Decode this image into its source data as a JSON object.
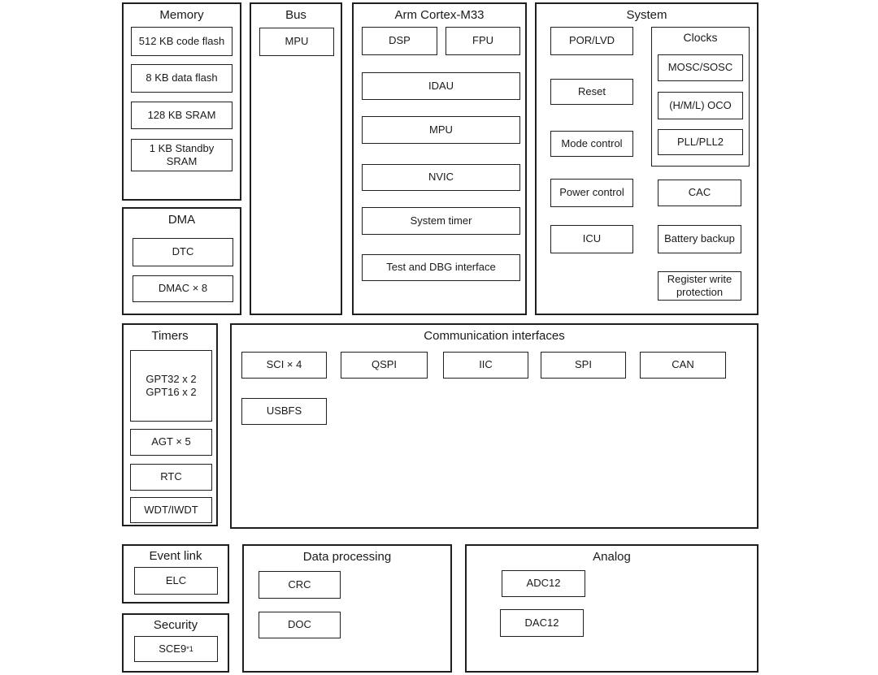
{
  "colors": {
    "ink": "#1f1f1f",
    "text": "#1a1a1a",
    "background": "#ffffff"
  },
  "groups": {
    "memory": {
      "title": "Memory",
      "items": [
        "512 KB code flash",
        "8 KB data flash",
        "128 KB SRAM",
        "1 KB Standby SRAM"
      ]
    },
    "dma": {
      "title": "DMA",
      "items": [
        "DTC",
        "DMAC × 8"
      ]
    },
    "bus": {
      "title": "Bus",
      "items": [
        "MPU"
      ]
    },
    "cortex": {
      "title": "Arm Cortex-M33",
      "items": [
        "DSP",
        "FPU",
        "IDAU",
        "MPU",
        "NVIC",
        "System timer",
        "Test and DBG interface"
      ]
    },
    "system": {
      "title": "System",
      "left_items": [
        "POR/LVD",
        "Reset",
        "Mode control",
        "Power control",
        "ICU"
      ],
      "clocks": {
        "title": "Clocks",
        "items": [
          "MOSC/SOSC",
          "(H/M/L) OCO",
          "PLL/PLL2"
        ]
      },
      "right_items": [
        "CAC",
        "Battery backup",
        "Register write protection"
      ]
    },
    "timers": {
      "title": "Timers",
      "gpt_lines": [
        "GPT32 x 2",
        "GPT16 x 2"
      ],
      "items": [
        "AGT × 5",
        "RTC",
        "WDT/IWDT"
      ]
    },
    "comm": {
      "title": "Communication interfaces",
      "row1": [
        "SCI × 4",
        "QSPI",
        "IIC",
        "SPI",
        "CAN"
      ],
      "row2": [
        "USBFS"
      ]
    },
    "event_link": {
      "title": "Event link",
      "items": [
        "ELC"
      ]
    },
    "security": {
      "title": "Security",
      "sce_base": "SCE9",
      "sce_sup": "*1"
    },
    "data_processing": {
      "title": "Data processing",
      "items": [
        "CRC",
        "DOC"
      ]
    },
    "analog": {
      "title": "Analog",
      "items": [
        "ADC12",
        "DAC12"
      ]
    }
  }
}
